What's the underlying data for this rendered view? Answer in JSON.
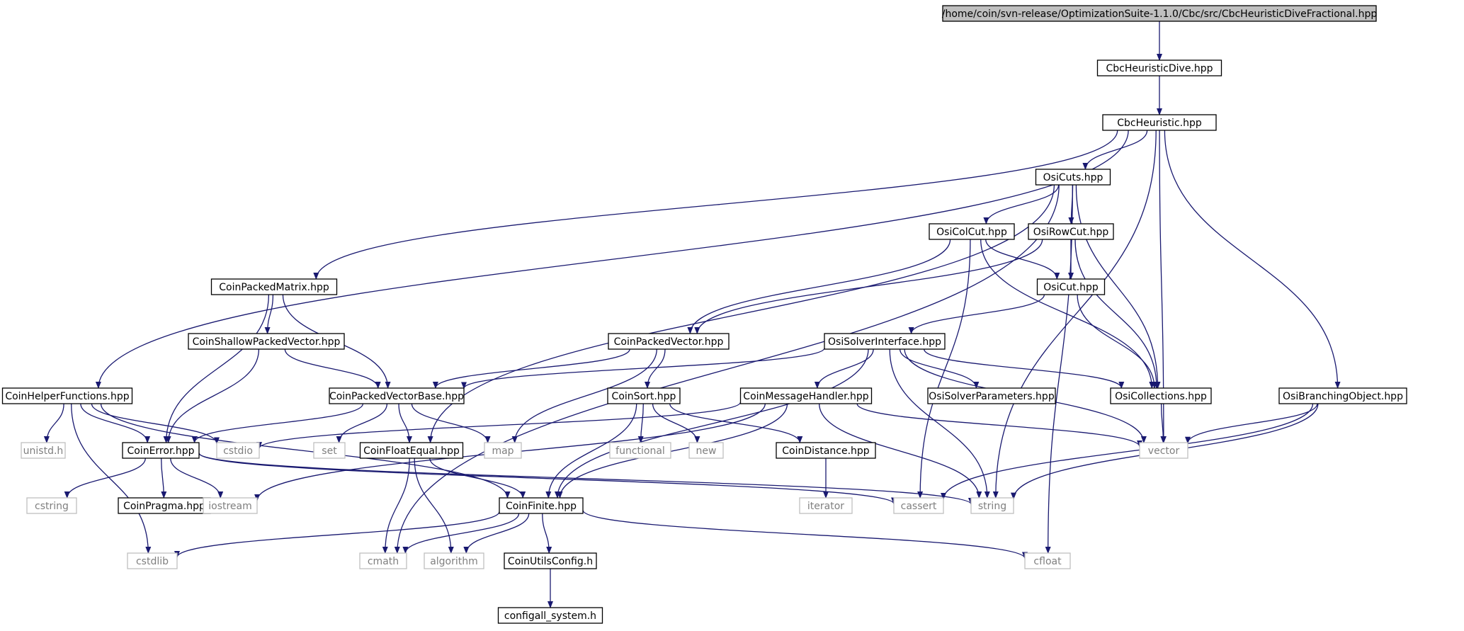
{
  "colors": {
    "edge": "#191970",
    "node_border": "#000000",
    "system_border": "#bfbfbf",
    "system_text": "#7f7f7f",
    "root_fill": "#bfbfbf",
    "node_fill": "#ffffff"
  },
  "nodes": [
    {
      "id": "root",
      "label": "/home/coin/svn-release/OptimizationSuite-1.1.0/Cbc/src/CbcHeuristicDiveFractional.hpp",
      "kind": "root"
    },
    {
      "id": "cbcdive",
      "label": "CbcHeuristicDive.hpp",
      "kind": "file"
    },
    {
      "id": "cbcheur",
      "label": "CbcHeuristic.hpp",
      "kind": "file"
    },
    {
      "id": "osicuts",
      "label": "OsiCuts.hpp",
      "kind": "file"
    },
    {
      "id": "osicolcut",
      "label": "OsiColCut.hpp",
      "kind": "file"
    },
    {
      "id": "osirowcut",
      "label": "OsiRowCut.hpp",
      "kind": "file"
    },
    {
      "id": "coinpackedmatrix",
      "label": "CoinPackedMatrix.hpp",
      "kind": "file"
    },
    {
      "id": "osicut",
      "label": "OsiCut.hpp",
      "kind": "file"
    },
    {
      "id": "coinshallow",
      "label": "CoinShallowPackedVector.hpp",
      "kind": "file"
    },
    {
      "id": "coinpackedvector",
      "label": "CoinPackedVector.hpp",
      "kind": "file"
    },
    {
      "id": "osisolverif",
      "label": "OsiSolverInterface.hpp",
      "kind": "file"
    },
    {
      "id": "coinhelper",
      "label": "CoinHelperFunctions.hpp",
      "kind": "file"
    },
    {
      "id": "coinpvbase",
      "label": "CoinPackedVectorBase.hpp",
      "kind": "file"
    },
    {
      "id": "coinsort",
      "label": "CoinSort.hpp",
      "kind": "file"
    },
    {
      "id": "coinmsg",
      "label": "CoinMessageHandler.hpp",
      "kind": "file"
    },
    {
      "id": "osisolverparams",
      "label": "OsiSolverParameters.hpp",
      "kind": "file"
    },
    {
      "id": "osicollections",
      "label": "OsiCollections.hpp",
      "kind": "file"
    },
    {
      "id": "osibranching",
      "label": "OsiBranchingObject.hpp",
      "kind": "file"
    },
    {
      "id": "unistd",
      "label": "unistd.h",
      "kind": "system"
    },
    {
      "id": "coinerror",
      "label": "CoinError.hpp",
      "kind": "file"
    },
    {
      "id": "cstdio",
      "label": "cstdio",
      "kind": "system"
    },
    {
      "id": "set",
      "label": "set",
      "kind": "system"
    },
    {
      "id": "coinfloatequal",
      "label": "CoinFloatEqual.hpp",
      "kind": "file"
    },
    {
      "id": "map",
      "label": "map",
      "kind": "system"
    },
    {
      "id": "functional",
      "label": "functional",
      "kind": "system"
    },
    {
      "id": "new",
      "label": "new",
      "kind": "system"
    },
    {
      "id": "coindistance",
      "label": "CoinDistance.hpp",
      "kind": "file"
    },
    {
      "id": "vector",
      "label": "vector",
      "kind": "system"
    },
    {
      "id": "cstring",
      "label": "cstring",
      "kind": "system"
    },
    {
      "id": "coinpragma",
      "label": "CoinPragma.hpp",
      "kind": "file"
    },
    {
      "id": "iostream",
      "label": "iostream",
      "kind": "system"
    },
    {
      "id": "coinfinite",
      "label": "CoinFinite.hpp",
      "kind": "file"
    },
    {
      "id": "iterator",
      "label": "iterator",
      "kind": "system"
    },
    {
      "id": "cassert",
      "label": "cassert",
      "kind": "system"
    },
    {
      "id": "string",
      "label": "string",
      "kind": "system"
    },
    {
      "id": "cstdlib",
      "label": "cstdlib",
      "kind": "system"
    },
    {
      "id": "cmath",
      "label": "cmath",
      "kind": "system"
    },
    {
      "id": "algorithm",
      "label": "algorithm",
      "kind": "system"
    },
    {
      "id": "coinutilsconfig",
      "label": "CoinUtilsConfig.h",
      "kind": "file"
    },
    {
      "id": "cfloat",
      "label": "cfloat",
      "kind": "system"
    },
    {
      "id": "configall",
      "label": "configall_system.h",
      "kind": "file"
    }
  ],
  "edges": [
    [
      "root",
      "cbcdive"
    ],
    [
      "cbcdive",
      "cbcheur"
    ],
    [
      "cbcheur",
      "osicuts"
    ],
    [
      "cbcheur",
      "coinpackedmatrix"
    ],
    [
      "cbcheur",
      "coinhelper"
    ],
    [
      "cbcheur",
      "vector"
    ],
    [
      "cbcheur",
      "osibranching"
    ],
    [
      "cbcheur",
      "string"
    ],
    [
      "osicuts",
      "osicolcut"
    ],
    [
      "osicuts",
      "osirowcut"
    ],
    [
      "osicuts",
      "osicollections"
    ],
    [
      "osicuts",
      "cmath"
    ],
    [
      "osicuts",
      "coinfloatequal"
    ],
    [
      "osicuts",
      "cfloat"
    ],
    [
      "osicolcut",
      "osicut"
    ],
    [
      "osicolcut",
      "coinpackedvector"
    ],
    [
      "osicolcut",
      "osicollections"
    ],
    [
      "osicolcut",
      "cassert"
    ],
    [
      "osirowcut",
      "osicut"
    ],
    [
      "osirowcut",
      "coinpackedvector"
    ],
    [
      "osirowcut",
      "osicollections"
    ],
    [
      "osicut",
      "osisolverif"
    ],
    [
      "osicut",
      "osicollections"
    ],
    [
      "coinpackedmatrix",
      "coinshallow"
    ],
    [
      "coinpackedmatrix",
      "coinpvbase"
    ],
    [
      "coinpackedmatrix",
      "coinerror"
    ],
    [
      "coinshallow",
      "coinpvbase"
    ],
    [
      "coinshallow",
      "coinerror"
    ],
    [
      "coinpackedvector",
      "coinpvbase"
    ],
    [
      "coinpackedvector",
      "coinsort"
    ],
    [
      "coinpackedvector",
      "map"
    ],
    [
      "osisolverif",
      "coinpvbase"
    ],
    [
      "osisolverif",
      "coinmsg"
    ],
    [
      "osisolverif",
      "osisolverparams"
    ],
    [
      "osisolverif",
      "osicollections"
    ],
    [
      "osisolverif",
      "vector"
    ],
    [
      "osisolverif",
      "string"
    ],
    [
      "osisolverif",
      "coinfinite"
    ],
    [
      "coinhelper",
      "unistd"
    ],
    [
      "coinhelper",
      "coinerror"
    ],
    [
      "coinhelper",
      "cstdio"
    ],
    [
      "coinhelper",
      "coinfinite"
    ],
    [
      "coinhelper",
      "cstdlib"
    ],
    [
      "coinpvbase",
      "coinerror"
    ],
    [
      "coinpvbase",
      "set"
    ],
    [
      "coinpvbase",
      "coinfloatequal"
    ],
    [
      "coinpvbase",
      "map"
    ],
    [
      "coinsort",
      "functional"
    ],
    [
      "coinsort",
      "new"
    ],
    [
      "coinsort",
      "coindistance"
    ],
    [
      "coinsort",
      "coinfinite"
    ],
    [
      "coinmsg",
      "cstdio"
    ],
    [
      "coinmsg",
      "vector"
    ],
    [
      "coinmsg",
      "string"
    ],
    [
      "coinmsg",
      "iostream"
    ],
    [
      "coinmsg",
      "coinfinite"
    ],
    [
      "osicollections",
      "vector"
    ],
    [
      "osibranching",
      "vector"
    ],
    [
      "osibranching",
      "string"
    ],
    [
      "osibranching",
      "cassert"
    ],
    [
      "coinerror",
      "cstring"
    ],
    [
      "coinerror",
      "coinpragma"
    ],
    [
      "coinerror",
      "iostream"
    ],
    [
      "coinerror",
      "string"
    ],
    [
      "coinerror",
      "cassert"
    ],
    [
      "coinfloatequal",
      "coinfinite"
    ],
    [
      "coinfloatequal",
      "cmath"
    ],
    [
      "coinfloatequal",
      "algorithm"
    ],
    [
      "coindistance",
      "iterator"
    ],
    [
      "coinfinite",
      "cstdlib"
    ],
    [
      "coinfinite",
      "cmath"
    ],
    [
      "coinfinite",
      "algorithm"
    ],
    [
      "coinfinite",
      "coinutilsconfig"
    ],
    [
      "coinfinite",
      "cfloat"
    ],
    [
      "coinutilsconfig",
      "configall"
    ]
  ]
}
